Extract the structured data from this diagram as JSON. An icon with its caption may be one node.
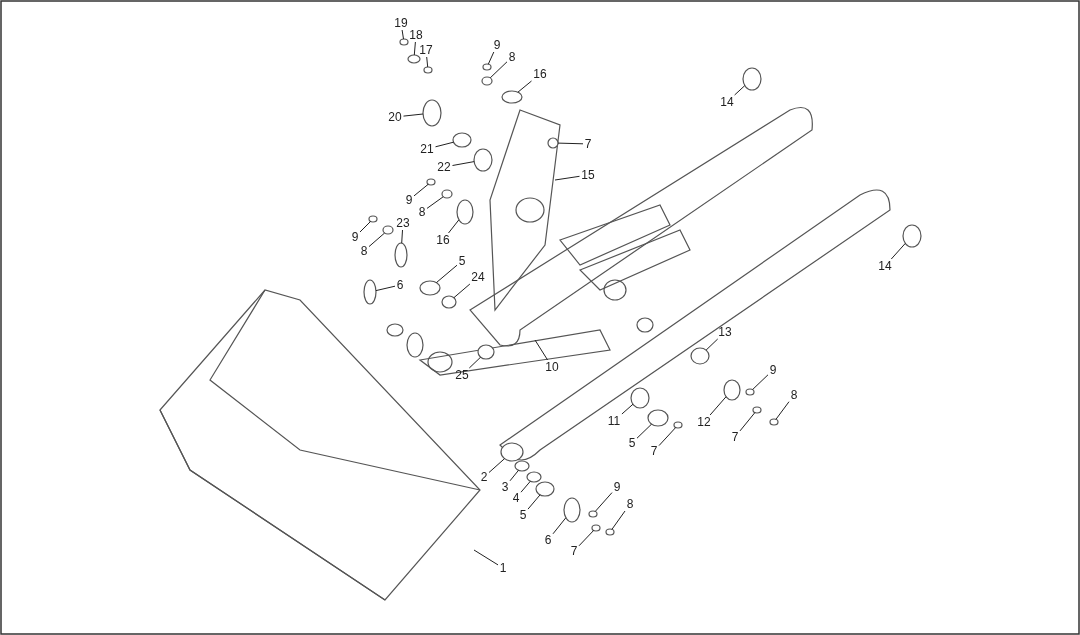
{
  "diagram": {
    "nodes": [
      {
        "text": [
          "19"
        ]
      },
      {
        "text": [
          "18"
        ]
      },
      {
        "text": [
          "17"
        ]
      },
      {
        "text": [
          "9"
        ]
      },
      {
        "text": [
          "8"
        ]
      },
      {
        "text": [
          "16"
        ]
      },
      {
        "text": [
          "14"
        ]
      },
      {
        "text": [
          "20"
        ]
      },
      {
        "text": [
          "7"
        ]
      },
      {
        "text": [
          "21"
        ]
      },
      {
        "text": [
          "22"
        ]
      },
      {
        "text": [
          "15"
        ]
      },
      {
        "text": [
          "9"
        ]
      },
      {
        "text": [
          "8"
        ]
      },
      {
        "text": [
          "9"
        ]
      },
      {
        "text": [
          "23"
        ]
      },
      {
        "text": [
          "8"
        ]
      },
      {
        "text": [
          "16"
        ]
      },
      {
        "text": [
          "14"
        ]
      },
      {
        "text": [
          "5"
        ]
      },
      {
        "text": [
          "24"
        ]
      },
      {
        "text": [
          "6"
        ]
      },
      {
        "text": [
          "13"
        ]
      },
      {
        "text": [
          "10"
        ]
      },
      {
        "text": [
          "25"
        ]
      },
      {
        "text": [
          "9"
        ]
      },
      {
        "text": [
          "8"
        ]
      },
      {
        "text": [
          "11"
        ]
      },
      {
        "text": [
          "12"
        ]
      },
      {
        "text": [
          "7"
        ]
      },
      {
        "text": [
          "5"
        ]
      },
      {
        "text": [
          "7"
        ]
      },
      {
        "text": [
          "2"
        ]
      },
      {
        "text": [
          "3"
        ]
      },
      {
        "text": [
          "4"
        ]
      },
      {
        "text": [
          "5"
        ]
      },
      {
        "text": [
          "9"
        ]
      },
      {
        "text": [
          "8"
        ]
      },
      {
        "text": [
          "6"
        ]
      },
      {
        "text": [
          "7"
        ]
      },
      {
        "text": [
          "1"
        ]
      },
      {
        "text": [],
        "shape": "circle"
      },
      {
        "text": [],
        "shape": "circle"
      },
      {
        "text": [],
        "shape": "circle"
      },
      {
        "text": [],
        "shape": "circle"
      },
      {
        "text": [],
        "shape": "circle"
      },
      {
        "text": [],
        "shape": "circle"
      },
      {
        "text": [],
        "shape": "circle"
      },
      {
        "text": [],
        "shape": "circle"
      },
      {
        "text": [],
        "shape": "circle"
      },
      {
        "text": [],
        "shape": "circle"
      },
      {
        "text": [],
        "shape": "circle"
      },
      {
        "text": [],
        "shape": "circle"
      },
      {
        "text": [],
        "shape": "circle"
      },
      {
        "text": [],
        "shape": "circle"
      },
      {
        "text": [],
        "shape": "circle"
      },
      {
        "text": [],
        "shape": "circle"
      },
      {
        "text": [],
        "shape": "circle"
      },
      {
        "text": [],
        "shape": "circle"
      },
      {
        "text": [],
        "shape": "circle"
      },
      {
        "text": [],
        "shape": "circle"
      },
      {
        "text": [],
        "shape": "circle"
      },
      {
        "text": [],
        "shape": "circle"
      },
      {
        "text": [],
        "shape": "circle"
      },
      {
        "text": [],
        "shape": "circle"
      },
      {
        "text": [],
        "shape": "circle"
      },
      {
        "text": [],
        "shape": "circle"
      },
      {
        "text": [],
        "shape": "circle"
      },
      {
        "text": [],
        "shape": "circle"
      },
      {
        "text": [],
        "shape": "circle"
      },
      {
        "text": [],
        "shape": "circle"
      },
      {
        "text": [],
        "shape": "circle"
      },
      {
        "text": [],
        "shape": "circle"
      },
      {
        "text": [],
        "shape": "circle"
      },
      {
        "text": [],
        "shape": "circle"
      },
      {
        "text": [],
        "shape": "circle"
      },
      {
        "text": [],
        "shape": "circle"
      },
      {
        "text": [],
        "shape": "circle"
      },
      {
        "text": [],
        "shape": "circle"
      }
    ],
    "edges": [
      {
        "from": 0,
        "to": 41,
        "arrow": "none"
      },
      {
        "from": 1,
        "to": 42,
        "arrow": "none"
      },
      {
        "from": 2,
        "to": 43,
        "arrow": "none"
      },
      {
        "from": 3,
        "to": 44,
        "arrow": "none"
      },
      {
        "from": 4,
        "to": 45,
        "arrow": "none"
      },
      {
        "from": 5,
        "to": 46,
        "arrow": "none"
      },
      {
        "from": 6,
        "to": 47,
        "arrow": "none"
      },
      {
        "from": 7,
        "to": 48,
        "arrow": "none"
      },
      {
        "from": 8,
        "to": 49,
        "arrow": "none"
      },
      {
        "from": 9,
        "to": 50,
        "arrow": "none"
      },
      {
        "from": 10,
        "to": 51,
        "arrow": "none"
      },
      {
        "from": 11,
        "to": null,
        "arrow": "none"
      },
      {
        "from": 12,
        "to": 52,
        "arrow": "none"
      },
      {
        "from": 13,
        "to": 53,
        "arrow": "none"
      },
      {
        "from": 14,
        "to": 54,
        "arrow": "none"
      },
      {
        "from": 15,
        "to": 55,
        "arrow": "none"
      },
      {
        "from": 16,
        "to": 56,
        "arrow": "none"
      },
      {
        "from": 17,
        "to": 57,
        "arrow": "none"
      },
      {
        "from": 18,
        "to": 58,
        "arrow": "none"
      },
      {
        "from": 19,
        "to": 59,
        "arrow": "none"
      },
      {
        "from": 20,
        "to": 60,
        "arrow": "none"
      },
      {
        "from": 21,
        "to": 61,
        "arrow": "none"
      },
      {
        "from": 22,
        "to": 62,
        "arrow": "none"
      },
      {
        "from": 23,
        "to": null,
        "arrow": "none"
      },
      {
        "from": 24,
        "to": 63,
        "arrow": "none"
      },
      {
        "from": 25,
        "to": 64,
        "arrow": "none"
      },
      {
        "from": 26,
        "to": 65,
        "arrow": "none"
      },
      {
        "from": 27,
        "to": 66,
        "arrow": "none"
      },
      {
        "from": 28,
        "to": 67,
        "arrow": "none"
      },
      {
        "from": 29,
        "to": 68,
        "arrow": "none"
      },
      {
        "from": 30,
        "to": 69,
        "arrow": "none"
      },
      {
        "from": 31,
        "to": 70,
        "arrow": "none"
      },
      {
        "from": 32,
        "to": 71,
        "arrow": "none"
      },
      {
        "from": 33,
        "to": 72,
        "arrow": "none"
      },
      {
        "from": 34,
        "to": 73,
        "arrow": "none"
      },
      {
        "from": 35,
        "to": 74,
        "arrow": "none"
      },
      {
        "from": 36,
        "to": 75,
        "arrow": "none"
      },
      {
        "from": 37,
        "to": 76,
        "arrow": "none"
      },
      {
        "from": 38,
        "to": 77,
        "arrow": "none"
      },
      {
        "from": 39,
        "to": 78,
        "arrow": "none"
      },
      {
        "from": 40,
        "to": null,
        "arrow": "none"
      }
    ]
  }
}
